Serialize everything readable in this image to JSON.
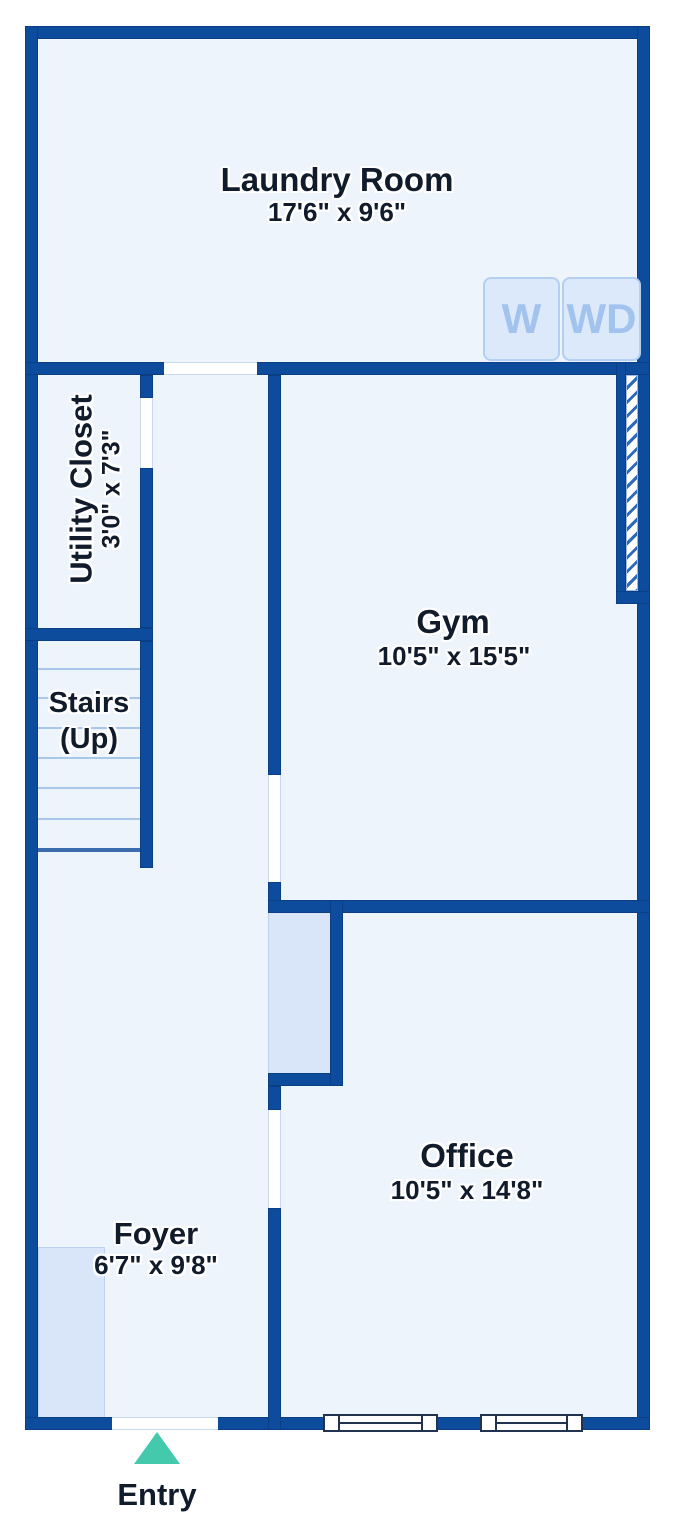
{
  "plan_type": "floor-plan",
  "rooms": {
    "laundry": {
      "name": "Laundry Room",
      "dims": "17'6\" x 9'6\""
    },
    "utility": {
      "name": "Utility Closet",
      "dims": "3'0\" x 7'3\""
    },
    "stairs": {
      "name": "Stairs",
      "sub": "(Up)"
    },
    "gym": {
      "name": "Gym",
      "dims": "10'5\" x 15'5\""
    },
    "office": {
      "name": "Office",
      "dims": "10'5\" x 14'8\""
    },
    "foyer": {
      "name": "Foyer",
      "dims": "6'7\" x 9'8\""
    }
  },
  "appliances": {
    "washer": "W",
    "dryer": "WD"
  },
  "entry": {
    "label": "Entry"
  },
  "colors": {
    "wall": "#0d4c9d",
    "room_fill": "#edf4fc",
    "closet_fill": "#d9e6f9",
    "stair_tread_line": "#a9c7e9",
    "door_opening": "#ffffff",
    "hatch_line": "#2e6ab8",
    "window_frame": "#22334f",
    "entry_arrow": "#44c9ac",
    "label_text": "#101b2c",
    "appliance_fill": "#dbe9fb",
    "appliance_border": "#b3cff1",
    "appliance_text": "#a2c3ed",
    "background": "#ffffff"
  }
}
